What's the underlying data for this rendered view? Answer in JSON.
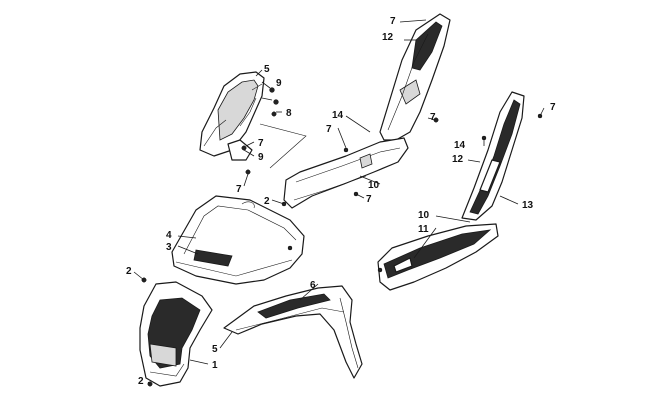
{
  "diagram": {
    "callouts": [
      "1",
      "2",
      "3",
      "4",
      "5",
      "6",
      "7",
      "8",
      "9",
      "10",
      "11",
      "12",
      "13",
      "14"
    ]
  }
}
